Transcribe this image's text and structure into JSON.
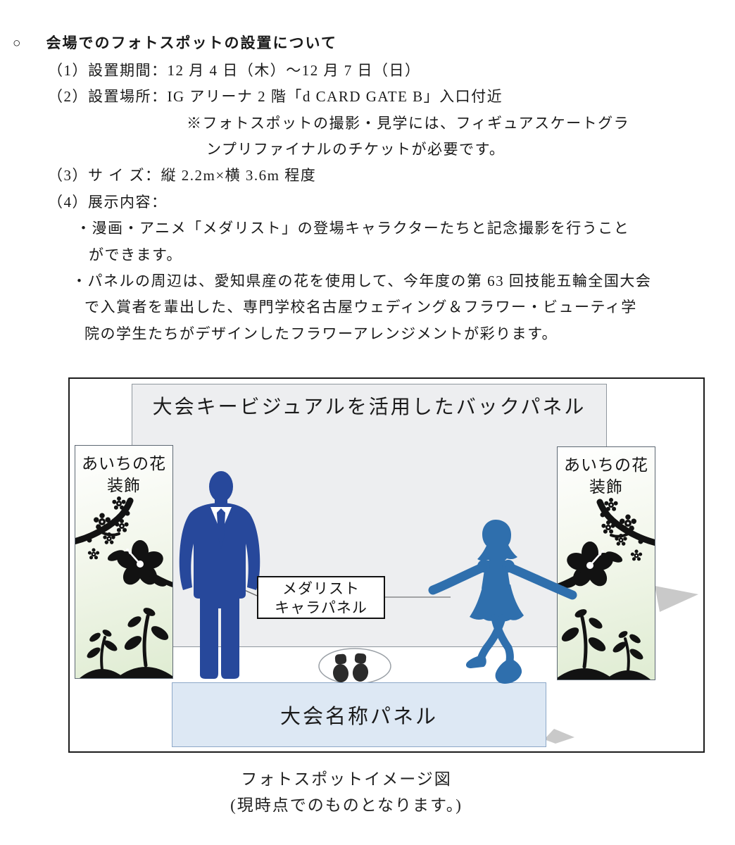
{
  "document": {
    "heading_marker": "○",
    "heading": "会場でのフォトスポットの設置について",
    "lines": [
      "（1）設置期間：12 月 4 日（木）～12 月 7 日（日）",
      "（2）設置場所：IG アリーナ 2 階「d CARD GATE B」入口付近",
      "※フォトスポットの撮影・見学には、フィギュアスケートグラ",
      "ンプリファイナルのチケットが必要です。",
      "（3）サ イ ズ：縦 2.2m×横 3.6m 程度",
      "（4）展示内容：",
      "・漫画・アニメ「メダリスト」の登場キャラクターたちと記念撮影を行うこと",
      "ができます。",
      "・パネルの周辺は、愛知県産の花を使用して、今年度の第 63 回技能五輪全国大会",
      "で入賞者を輩出した、専門学校名古屋ウェディング＆フラワー・ビューティ学",
      "院の学生たちがデザインしたフラワーアレンジメントが彩ります。"
    ]
  },
  "diagram": {
    "back_panel_label": "大会キービジュアルを活用したバックパネル",
    "left_flower_panel": {
      "line1": "あいちの花",
      "line2": "装飾"
    },
    "right_flower_panel": {
      "line1": "あいちの花",
      "line2": "装飾"
    },
    "callout": {
      "line1": "メダリスト",
      "line2": "キャラパネル"
    },
    "name_panel_label": "大会名称パネル",
    "icons": {
      "man": "suit-man-silhouette",
      "girl": "skater-girl-silhouette",
      "flowers": "flower-decoration-silhouette",
      "footprints": "footprints-marker"
    },
    "colors": {
      "man_blue": "#27489B",
      "girl_blue": "#2F6FAD",
      "back_panel_gray": "#EDEEF0",
      "flower_panel_green": "#DFECD2",
      "name_panel_blue": "#DDE8F4",
      "silhouette_black": "#121212"
    }
  },
  "caption": {
    "line1": "フォトスポットイメージ図",
    "line2": "(現時点でのものとなります。)"
  }
}
